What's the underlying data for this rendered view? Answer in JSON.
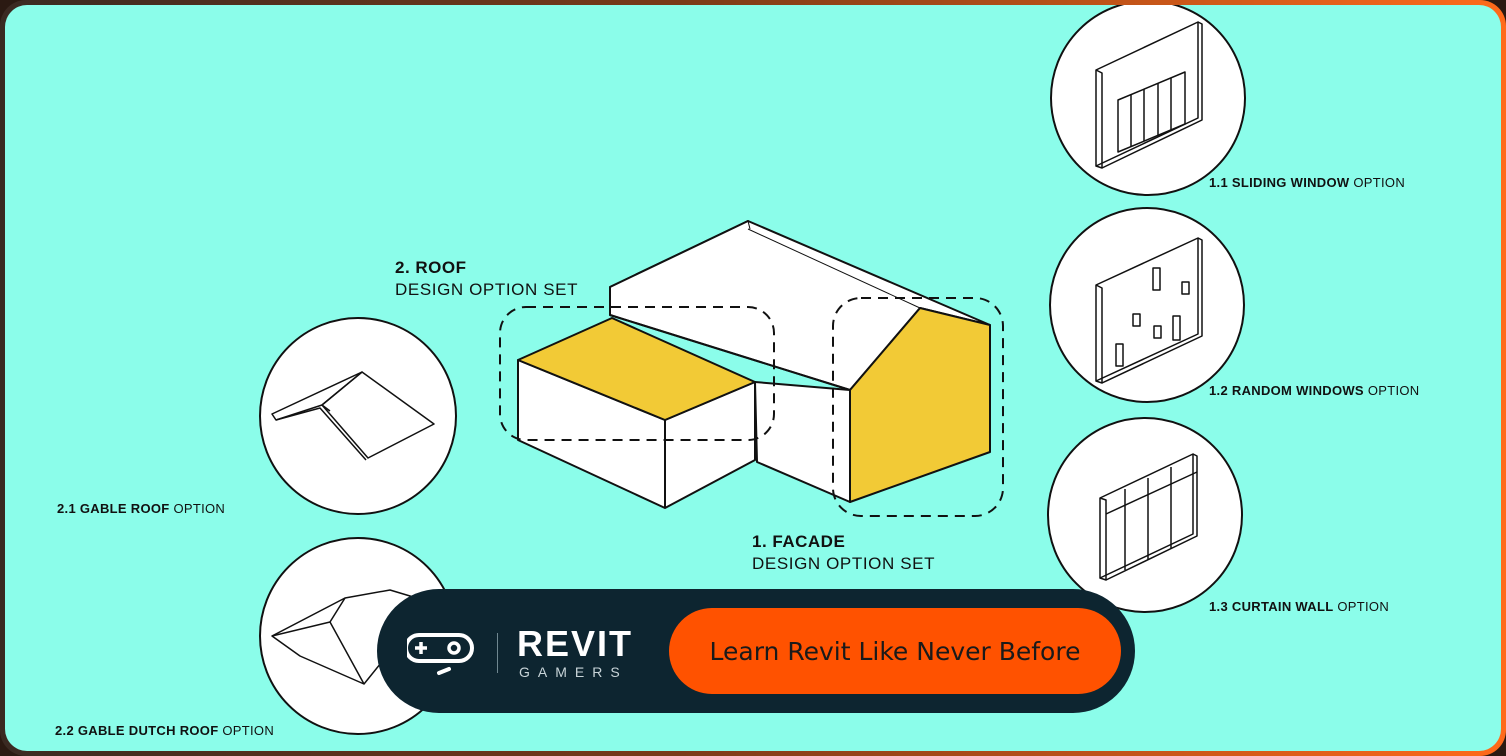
{
  "diagram": {
    "roof_set": {
      "title": "2. ROOF",
      "subtitle": "DESIGN OPTION SET"
    },
    "facade_set": {
      "title": "1. FACADE",
      "subtitle": "DESIGN OPTION SET"
    },
    "options": [
      {
        "bold": "1.1 SLIDING WINDOW",
        "suffix": "OPTION"
      },
      {
        "bold": "1.2 RANDOM WINDOWS",
        "suffix": "OPTION"
      },
      {
        "bold": "1.3 CURTAIN WALL",
        "suffix": "OPTION"
      },
      {
        "bold": "2.1 GABLE ROOF",
        "suffix": "OPTION"
      },
      {
        "bold": "2.2 GABLE DUTCH ROOF",
        "suffix": "OPTION"
      }
    ],
    "colors": {
      "background": "#8bfdea",
      "highlight": "#f2ca36",
      "stroke": "#111111"
    }
  },
  "banner": {
    "logo_icon": "gamepad-icon",
    "brand_line1": "REVIT",
    "brand_line2": "GAMERS",
    "cta_label": "Learn Revit Like Never Before",
    "colors": {
      "background": "#0d2530",
      "cta": "#ff5200"
    }
  }
}
